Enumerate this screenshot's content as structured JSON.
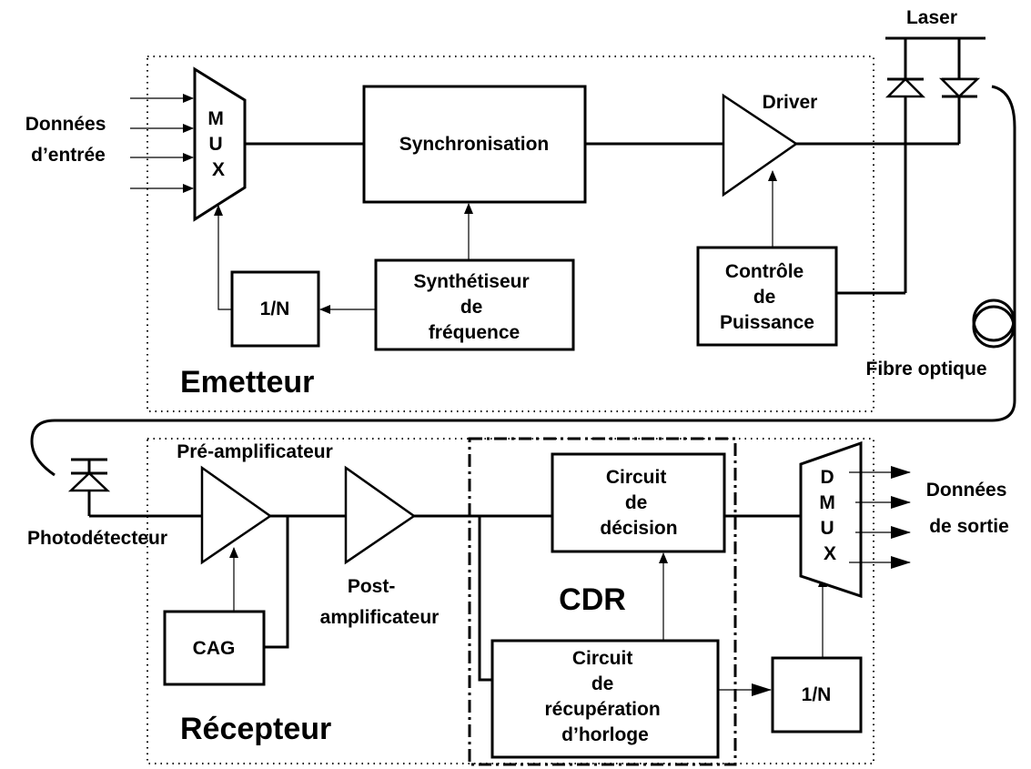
{
  "emitter": {
    "title": "Emetteur",
    "inputs_label": [
      "Données",
      "d’entrée"
    ],
    "mux_letters": [
      "M",
      "U",
      "X"
    ],
    "sync_label": "Synchronisation",
    "synth_label": [
      "Synthétiseur",
      "de",
      "fréquence"
    ],
    "divider_label": "1/N",
    "driver_label": "Driver",
    "power_label": [
      "Contrôle",
      "de",
      "Puissance"
    ],
    "laser_label": "Laser"
  },
  "channel": {
    "fiber_label": "Fibre optique"
  },
  "receiver": {
    "title": "Récepteur",
    "photodetector_label": "Photodétecteur",
    "preamp_label": "Pré-amplificateur",
    "postamp_label": [
      "Post-",
      "amplificateur"
    ],
    "cag_label": "CAG",
    "cdr_label": "CDR",
    "decision_label": [
      "Circuit",
      "de",
      "décision"
    ],
    "clock_label": [
      "Circuit",
      "de",
      "récupération",
      "d’horloge"
    ],
    "divider_label": "1/N",
    "dmux_letters": [
      "D",
      "M",
      "U",
      "X"
    ],
    "outputs_label": [
      "Données",
      "de sortie"
    ]
  }
}
